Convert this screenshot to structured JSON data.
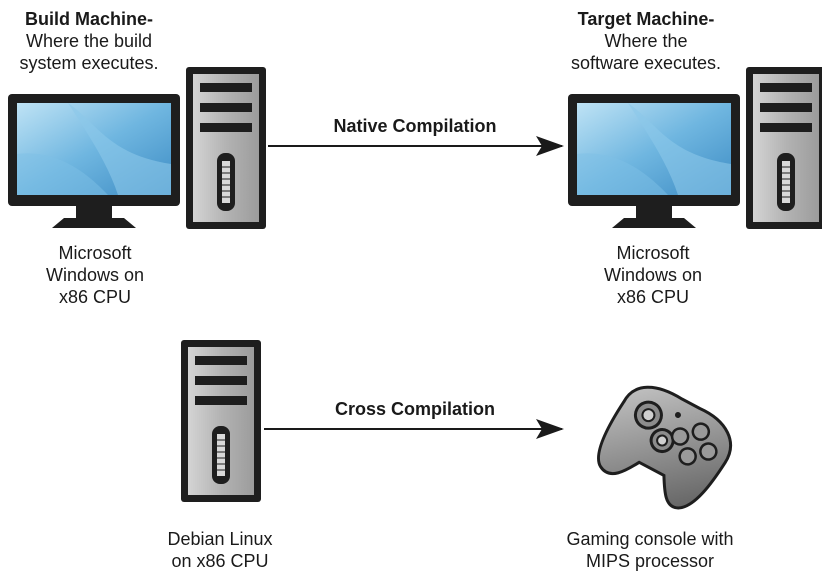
{
  "build_machine": {
    "heading": "Build Machine-",
    "desc_line1": "Where the build",
    "desc_line2": "system executes."
  },
  "target_machine": {
    "heading": "Target Machine-",
    "desc_line1": "Where the",
    "desc_line2": "software executes."
  },
  "native": {
    "arrow_label": "Native Compilation",
    "build_caption": [
      "Microsoft",
      "Windows on",
      "x86 CPU"
    ],
    "target_caption": [
      "Microsoft",
      "Windows on",
      "x86 CPU"
    ]
  },
  "cross": {
    "arrow_label": "Cross Compilation",
    "build_caption": [
      "Debian Linux",
      "on x86 CPU"
    ],
    "target_caption": [
      "Gaming console with",
      "MIPS processor"
    ]
  },
  "colors": {
    "tower_gray": "#a9a9a9",
    "dark": "#1a1a1a",
    "screen_blue": "#5aa7d6",
    "console_gray": "#7f7f7f"
  },
  "icons": [
    "monitor-icon",
    "tower-icon",
    "arrow-icon",
    "gamepad-icon"
  ]
}
